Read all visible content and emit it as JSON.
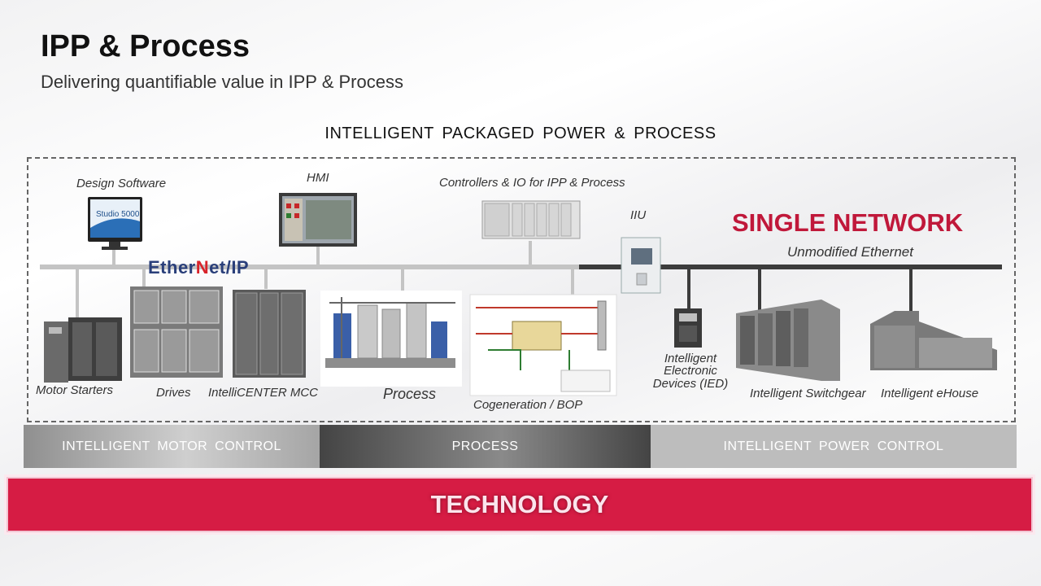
{
  "slide": {
    "title": "IPP & Process",
    "subtitle": "Delivering quantifiable value in IPP & Process",
    "section_title": "INTELLIGENT  PACKAGED  POWER & PROCESS"
  },
  "components": {
    "design_software": "Design Software",
    "studio_text": "Studio 5000",
    "hmi": "HMI",
    "controllers": "Controllers & IO for IPP & Process",
    "iiu": "IIU",
    "motor_starters": "Motor Starters",
    "drives": "Drives",
    "intellicenter": "IntelliCENTER MCC",
    "process": "Process",
    "cogeneration": "Cogeneration / BOP",
    "ied_line1": "Intelligent",
    "ied_line2": "Electronic",
    "ied_line3": "Devices (IED)",
    "switchgear": "Intelligent  Switchgear",
    "ehouse": "Intelligent  eHouse"
  },
  "network": {
    "ethernet_ip_a": "Ether",
    "ethernet_ip_x": "N",
    "ethernet_ip_b": "et/IP",
    "single_network": "SINGLE NETWORK",
    "unmodified": "Unmodified Ethernet"
  },
  "bands": {
    "motor_control": "INTELLIGENT  MOTOR  CONTROL",
    "process": "PROCESS",
    "power_control": "INTELLIGENT  POWER CONTROL"
  },
  "footer": {
    "technology": "TECHNOLOGY"
  },
  "colors": {
    "accent_red": "#c0183a",
    "technology_bg": "#d61c44",
    "ethernet_blue": "#2a3f7a"
  }
}
